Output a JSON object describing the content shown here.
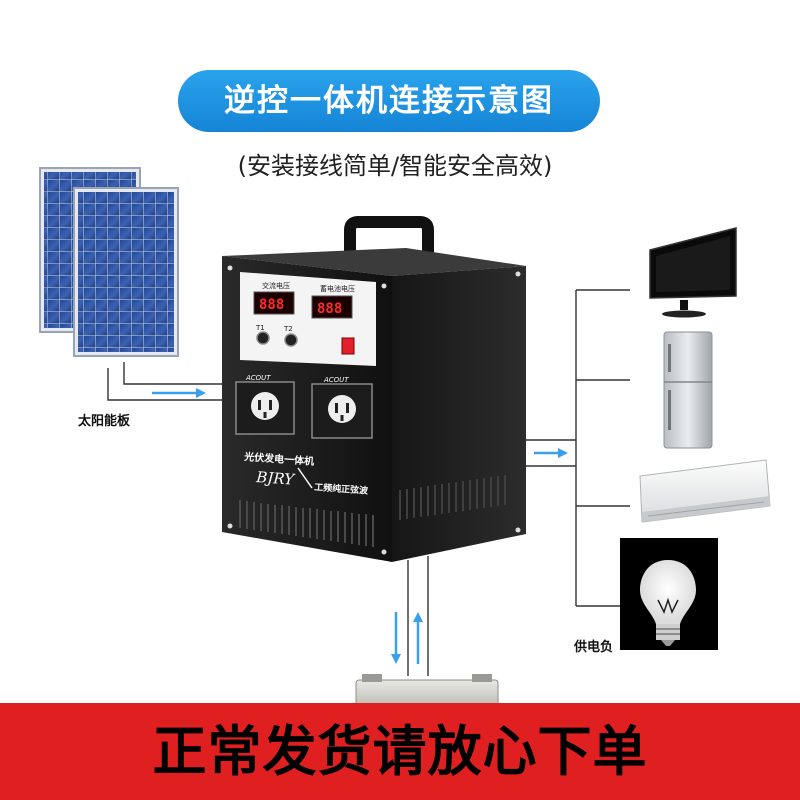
{
  "header": {
    "title": "逆控一体机连接示意图",
    "subtitle": "(安装接线简单/智能安全高效)"
  },
  "labels": {
    "solar_panel": "太阳能板",
    "power_supply_load": "供电负"
  },
  "device": {
    "meter_left_label": "交流电压",
    "meter_right_label": "蓄电池电压",
    "meter_left_value": "888",
    "meter_right_value": "888",
    "knob_left_label": "T1",
    "knob_right_label": "T2",
    "socket_left_label": "ACOUT",
    "socket_right_label": "ACOUT",
    "product_name": "光伏发电一体机",
    "brand": "BJRY",
    "feature": "工频纯正弦波"
  },
  "banner": {
    "text": "正常发货请放心下单"
  },
  "colors": {
    "accent_blue": "#1a8fe0",
    "banner_red": "#e02020",
    "arrow_blue": "#3aa0ee",
    "meter_red": "#ff2a2a"
  }
}
